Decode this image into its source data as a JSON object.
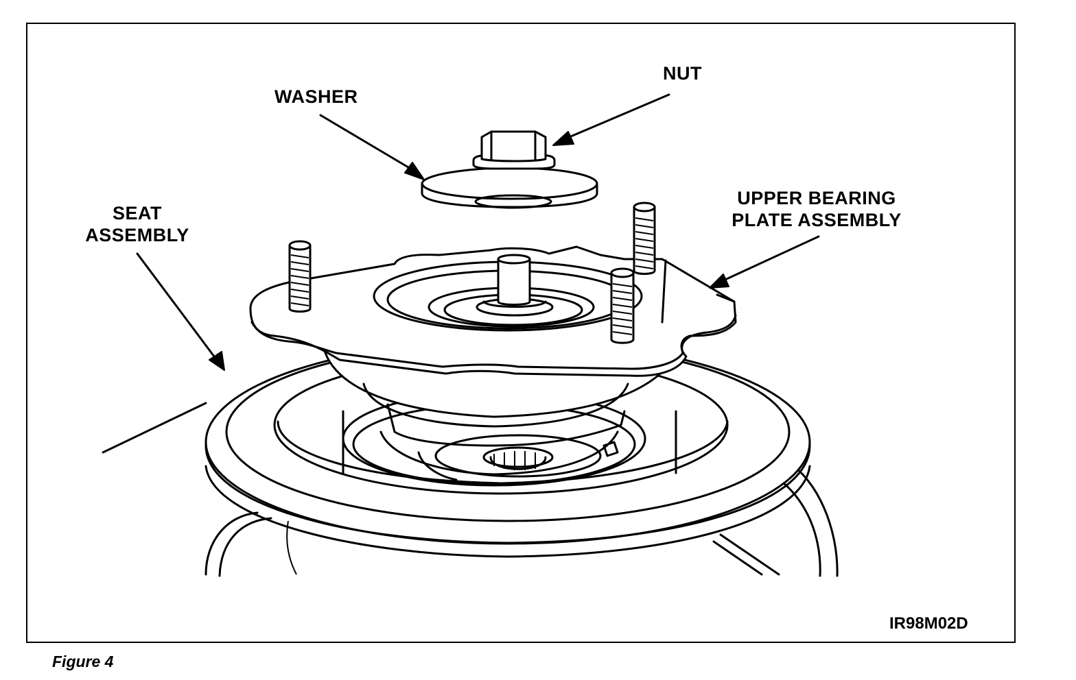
{
  "labels": {
    "nut": "NUT",
    "washer": "WASHER",
    "seat_line1": "SEAT",
    "seat_line2": "ASSEMBLY",
    "upper_line1": "UPPER BEARING",
    "upper_line2": "PLATE ASSEMBLY"
  },
  "drawing_code": "IR98M02D",
  "caption": "Figure 4"
}
